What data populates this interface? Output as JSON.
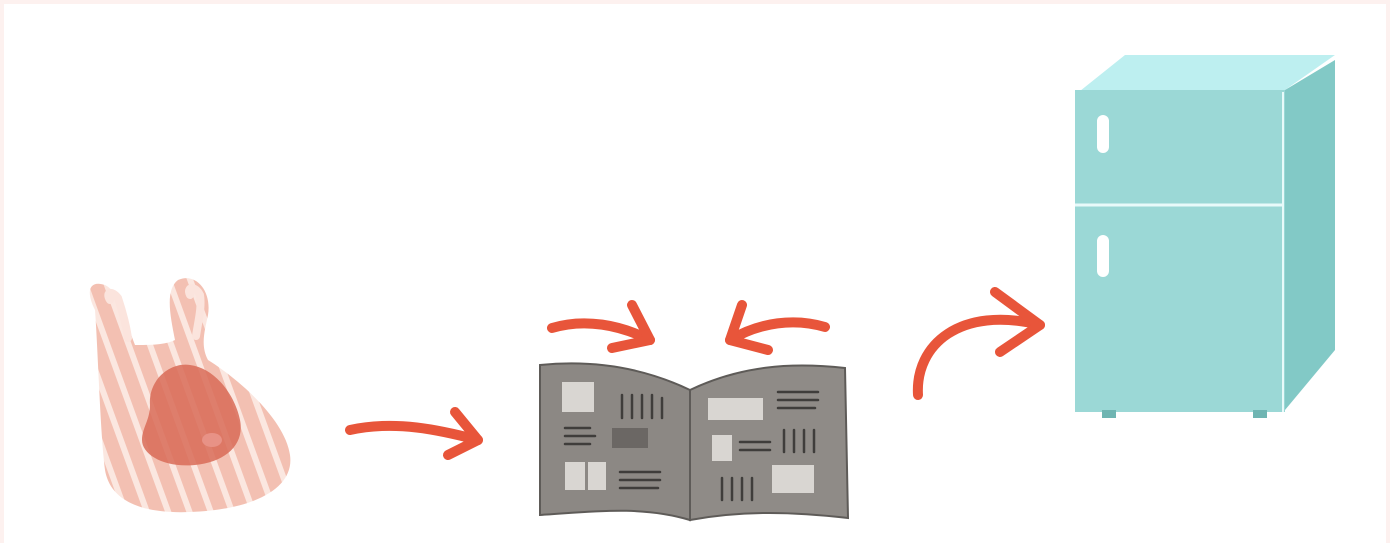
{
  "diagram": {
    "steps": [
      {
        "id": "bag",
        "icon": "plastic-bag-with-meat-icon"
      },
      {
        "id": "newspaper",
        "icon": "newspaper-wrap-icon"
      },
      {
        "id": "fridge",
        "icon": "refrigerator-icon"
      }
    ],
    "colors": {
      "background": "#fdf1ef",
      "arrow": "#e8553a",
      "bag": "#f0b8a8",
      "meat": "#d9705e",
      "newspaper": "#8e8a86",
      "fridge": "#97d6d3"
    }
  }
}
